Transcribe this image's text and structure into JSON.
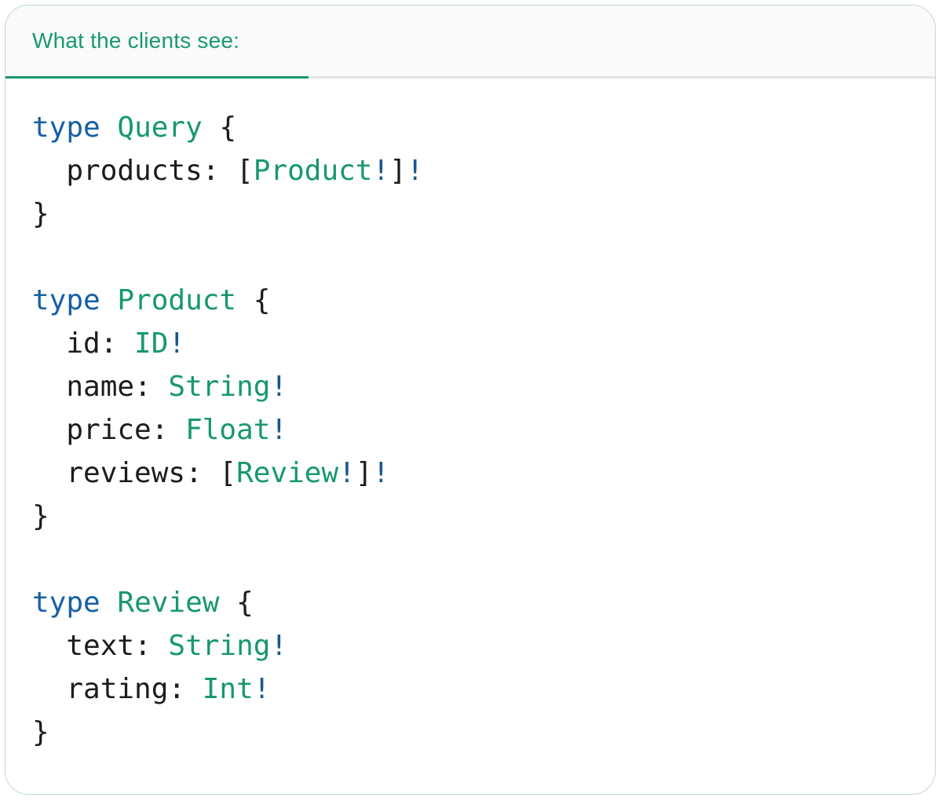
{
  "panel": {
    "tab": {
      "label": "What the clients see:",
      "active": true
    },
    "colors": {
      "panel_bg": "#ffffff",
      "panel_border": "#bedcc9",
      "header_bg": "#fafafa",
      "header_border": "#e4e4e4",
      "tab_text": "#18996e",
      "tab_underline": "#18996e",
      "code_plain": "#1c1c1e",
      "code_keyword": "#1660a5",
      "code_type": "#17986d",
      "code_bang": "#175791"
    }
  },
  "code": {
    "language": "graphql",
    "lines": [
      [
        {
          "t": "type",
          "c": "kw"
        },
        {
          "t": " ",
          "c": "pl"
        },
        {
          "t": "Query",
          "c": "ty"
        },
        {
          "t": " {",
          "c": "pl"
        }
      ],
      [
        {
          "t": "  products: [",
          "c": "pl"
        },
        {
          "t": "Product",
          "c": "ty"
        },
        {
          "t": "!",
          "c": "bang"
        },
        {
          "t": "]",
          "c": "pl"
        },
        {
          "t": "!",
          "c": "bang"
        }
      ],
      [
        {
          "t": "}",
          "c": "pl"
        }
      ],
      [],
      [
        {
          "t": "type",
          "c": "kw"
        },
        {
          "t": " ",
          "c": "pl"
        },
        {
          "t": "Product",
          "c": "ty"
        },
        {
          "t": " {",
          "c": "pl"
        }
      ],
      [
        {
          "t": "  id: ",
          "c": "pl"
        },
        {
          "t": "ID",
          "c": "ty"
        },
        {
          "t": "!",
          "c": "bang"
        }
      ],
      [
        {
          "t": "  name: ",
          "c": "pl"
        },
        {
          "t": "String",
          "c": "ty"
        },
        {
          "t": "!",
          "c": "bang"
        }
      ],
      [
        {
          "t": "  price: ",
          "c": "pl"
        },
        {
          "t": "Float",
          "c": "ty"
        },
        {
          "t": "!",
          "c": "bang"
        }
      ],
      [
        {
          "t": "  reviews: [",
          "c": "pl"
        },
        {
          "t": "Review",
          "c": "ty"
        },
        {
          "t": "!",
          "c": "bang"
        },
        {
          "t": "]",
          "c": "pl"
        },
        {
          "t": "!",
          "c": "bang"
        }
      ],
      [
        {
          "t": "}",
          "c": "pl"
        }
      ],
      [],
      [
        {
          "t": "type",
          "c": "kw"
        },
        {
          "t": " ",
          "c": "pl"
        },
        {
          "t": "Review",
          "c": "ty"
        },
        {
          "t": " {",
          "c": "pl"
        }
      ],
      [
        {
          "t": "  text: ",
          "c": "pl"
        },
        {
          "t": "String",
          "c": "ty"
        },
        {
          "t": "!",
          "c": "bang"
        }
      ],
      [
        {
          "t": "  rating: ",
          "c": "pl"
        },
        {
          "t": "Int",
          "c": "ty"
        },
        {
          "t": "!",
          "c": "bang"
        }
      ],
      [
        {
          "t": "}",
          "c": "pl"
        }
      ]
    ]
  }
}
